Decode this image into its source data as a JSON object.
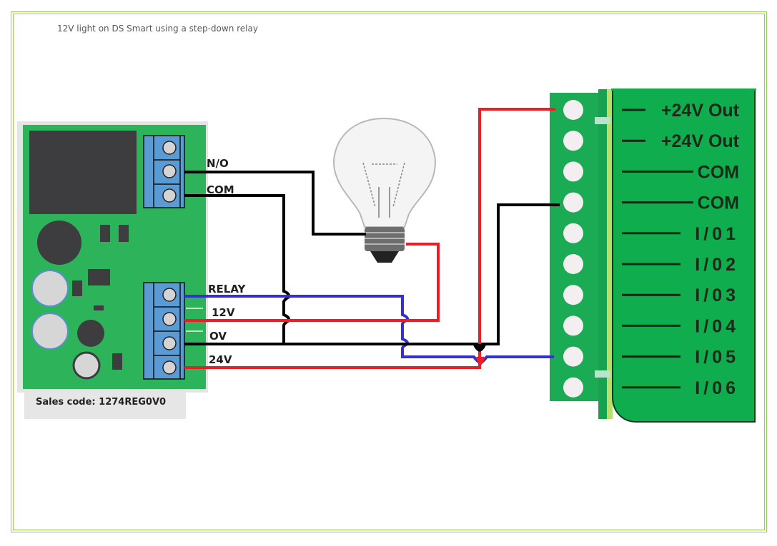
{
  "title": "12V light on DS Smart using a step-down relay",
  "relay_module": {
    "sales_code": "Sales code: 1274REG0V0",
    "top_terminals": [
      {
        "label": "N/O"
      },
      {
        "label": "COM"
      }
    ],
    "bottom_terminals": [
      {
        "label": "RELAY"
      },
      {
        "label": "12V"
      },
      {
        "label": "OV"
      },
      {
        "label": "24V"
      }
    ]
  },
  "lamp": {
    "icon": "light-bulb-icon"
  },
  "controller": {
    "terminals": [
      {
        "label": "+24V Out"
      },
      {
        "label": "+24V Out"
      },
      {
        "label": "COM"
      },
      {
        "label": "COM"
      },
      {
        "label": "I/01"
      },
      {
        "label": "I/02"
      },
      {
        "label": "I/03"
      },
      {
        "label": "I/04"
      },
      {
        "label": "I/05"
      },
      {
        "label": "I/06"
      }
    ]
  },
  "wires": [
    {
      "name": "wire-no-to-lamp",
      "color": "#000000",
      "from": "N/O",
      "to": "lamp"
    },
    {
      "name": "wire-com-to-0v",
      "color": "#000000",
      "from": "COM",
      "to": "OV"
    },
    {
      "name": "wire-relay-to-io5",
      "color": "#3333cc",
      "from": "RELAY",
      "to": "I/05"
    },
    {
      "name": "wire-12v-to-lamp",
      "color": "#ee1c24",
      "from": "12V",
      "to": "lamp"
    },
    {
      "name": "wire-0v-to-com",
      "color": "#000000",
      "from": "OV",
      "to": "COM"
    },
    {
      "name": "wire-24v-to-24v-out",
      "color": "#ee1c24",
      "from": "24V",
      "to": "+24V Out"
    }
  ],
  "colors": {
    "border": "#92d050",
    "board_green": "#2db35a",
    "terminal_blue": "#5b9bd5",
    "plc_green": "#0fad4e",
    "wire_red": "#ee1c24",
    "wire_blue": "#3333cc",
    "wire_black": "#000000"
  }
}
